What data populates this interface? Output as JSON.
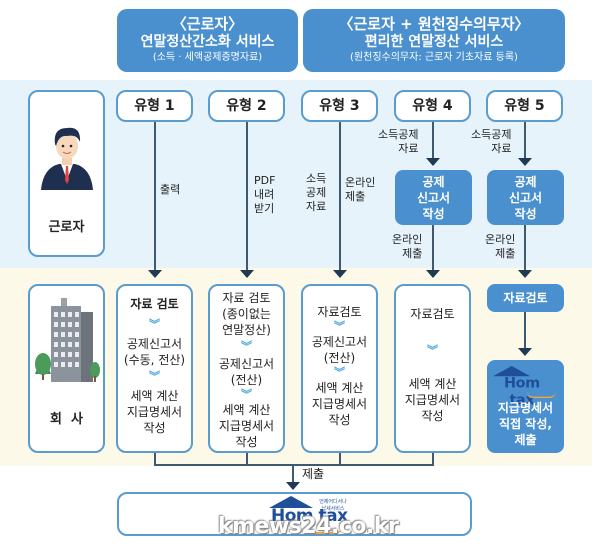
{
  "headers": {
    "left": {
      "line1": "〈근로자〉",
      "line2": "연말정산간소화 서비스",
      "line3": "(소득 · 세액공제증명자료)"
    },
    "right": {
      "line1": "〈근로자 + 원천징수의무자〉",
      "line2": "편리한 연말정산 서비스",
      "line3": "(원천징수의무자: 근로자 기초자료 등록)"
    }
  },
  "rows": {
    "worker": {
      "label": "근로자",
      "icon": "businessman-icon"
    },
    "company": {
      "label": "회  사",
      "icon": "office-building-icon"
    }
  },
  "types": [
    {
      "label": "유형 1",
      "upper_labels": [
        "출력"
      ],
      "company_steps": [
        "자료 검토",
        "공제신고서\n(수동, 전산)",
        "세액 계산\n지급명세서\n작성"
      ]
    },
    {
      "label": "유형 2",
      "upper_labels": [
        "PDF\n내려\n받기"
      ],
      "company_steps": [
        "자료 검토\n(종이없는\n연말정산)",
        "공제신고서\n(전산)",
        "세액 계산\n지급명세서\n작성"
      ]
    },
    {
      "label": "유형 3",
      "upper_labels": [
        "소득\n공제\n자료",
        "온라인\n제출"
      ],
      "company_steps": [
        "자료검토",
        "공제신고서\n(전산)",
        "세액 계산\n지급명세서\n작성"
      ]
    },
    {
      "label": "유형 4",
      "upper_labels": [
        "소득공제\n자료",
        "온라인\n제출"
      ],
      "worker_action": "공제\n신고서\n작성",
      "company_steps": [
        "자료검토",
        "세액 계산\n지급명세서\n작성"
      ]
    },
    {
      "label": "유형 5",
      "upper_labels": [
        "소득공제\n자료",
        "온라인\n제출"
      ],
      "worker_action": "공제\n신고서\n작성",
      "company_steps": [
        "자료검토",
        "지급명세서\n직접 작성,\n제출"
      ]
    }
  ],
  "submit_label": "제출",
  "hometax": {
    "word": "Hom tax",
    "e_letter": "e",
    "tagline": "언제어디서나 납세서비스"
  },
  "watermark": "kmews24.co.kr",
  "colors": {
    "accent_blue": "#4a90cf",
    "band_blue": "#e6f3fb",
    "band_yellow": "#fdf9e8",
    "line": "#3e5a70",
    "chevron": "#4aa6e0"
  }
}
